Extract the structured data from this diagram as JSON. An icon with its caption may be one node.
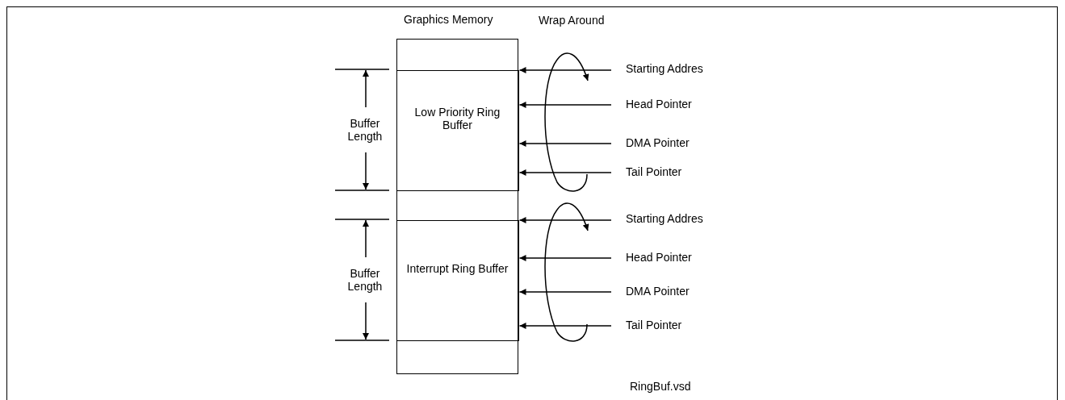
{
  "diagram": {
    "nodes": [
      {
        "text": [
          "Graphics Memory"
        ]
      },
      {
        "text": [
          "Low Priority Ring Buffer"
        ],
        "in": 0
      },
      {
        "text": [
          "Interrupt Ring Buffer"
        ],
        "in": 0
      },
      {
        "text": [
          "Starting Addres"
        ]
      },
      {
        "text": [
          "Head Pointer"
        ]
      },
      {
        "text": [
          "DMA Pointer"
        ]
      },
      {
        "text": [
          "Tail Pointer"
        ]
      },
      {
        "text": [
          "Starting Addres"
        ]
      },
      {
        "text": [
          "Head Pointer"
        ]
      },
      {
        "text": [
          "DMA Pointer"
        ]
      },
      {
        "text": [
          "Tail Pointer"
        ]
      }
    ],
    "edges": [
      {
        "from": 3,
        "to": 1,
        "arrow": "to"
      },
      {
        "from": 4,
        "to": 1,
        "arrow": "to"
      },
      {
        "from": 5,
        "to": 1,
        "arrow": "to"
      },
      {
        "from": 6,
        "to": 1,
        "arrow": "to"
      },
      {
        "from": 7,
        "to": 2,
        "arrow": "to"
      },
      {
        "from": 8,
        "to": 2,
        "arrow": "to"
      },
      {
        "from": 9,
        "to": 2,
        "arrow": "to"
      },
      {
        "from": 10,
        "to": 2,
        "arrow": "to"
      }
    ],
    "labels": [
      "Wrap Around",
      "Buffer Length",
      "Buffer Length",
      "RingBuf.vsd"
    ]
  }
}
